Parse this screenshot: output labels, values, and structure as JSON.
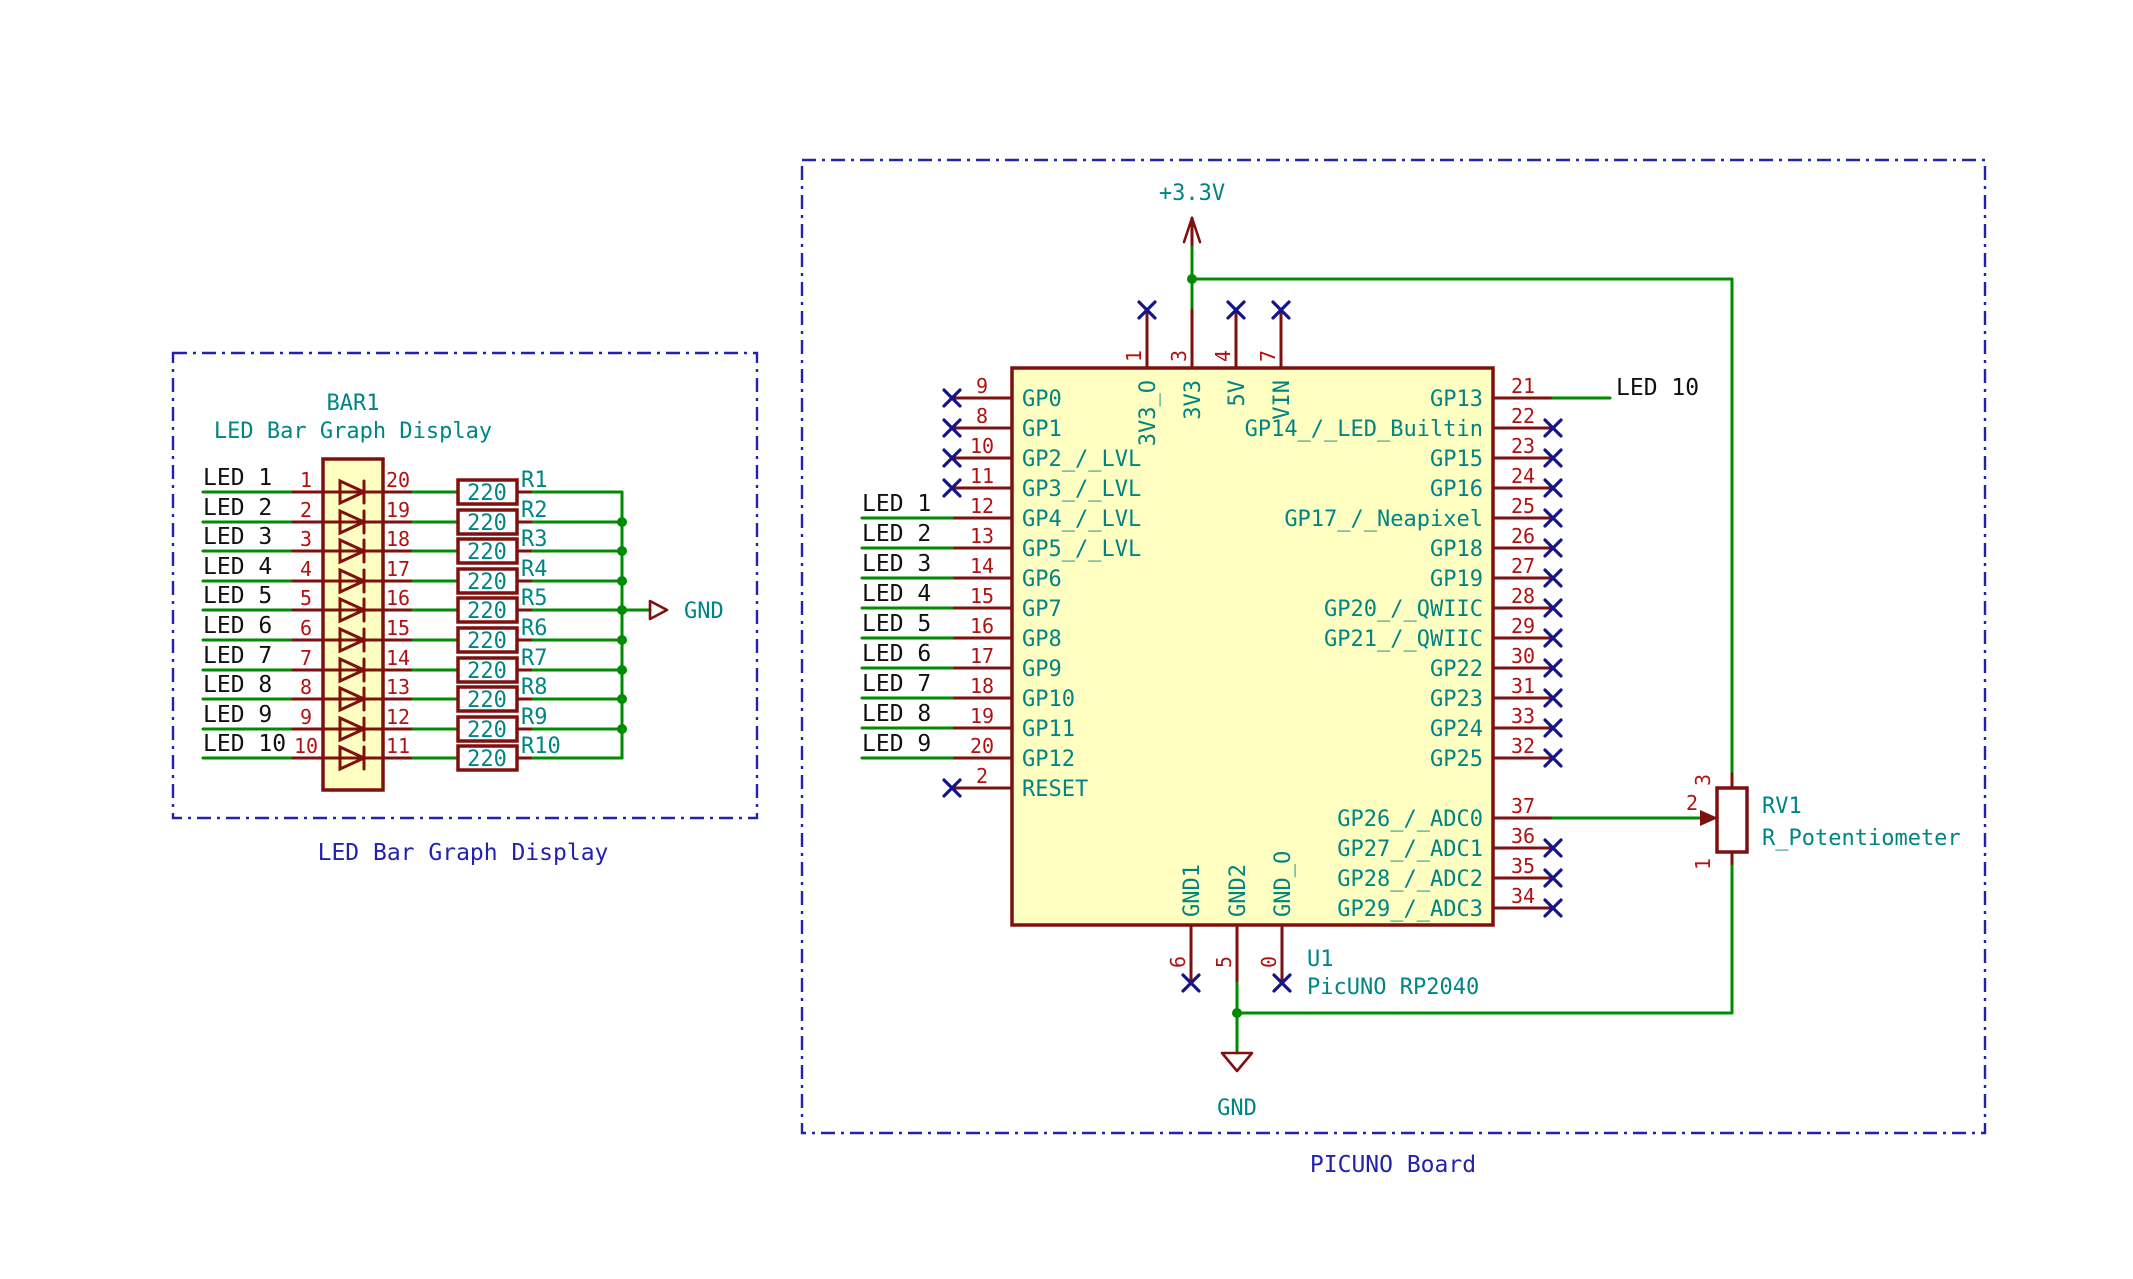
{
  "colors": {
    "wire_green": "#008C00",
    "component_outline": "#7F1010",
    "pin_number_red": "#B01212",
    "field_teal": "#008484",
    "net_label_black": "#101010",
    "boundary_blue": "#2222AE",
    "no_connect_blue": "#14148C",
    "body_fill_yellow": "#FFFFC2"
  },
  "left_block": {
    "title": "LED Bar Graph Display",
    "ref": "BAR1",
    "value": "LED Bar Graph Display",
    "gnd": "GND",
    "rows": [
      {
        "net": "LED 1",
        "pin_left": "1",
        "pin_right": "20",
        "res_ref": "R1",
        "res_value": "220"
      },
      {
        "net": "LED 2",
        "pin_left": "2",
        "pin_right": "19",
        "res_ref": "R2",
        "res_value": "220"
      },
      {
        "net": "LED 3",
        "pin_left": "3",
        "pin_right": "18",
        "res_ref": "R3",
        "res_value": "220"
      },
      {
        "net": "LED 4",
        "pin_left": "4",
        "pin_right": "17",
        "res_ref": "R4",
        "res_value": "220"
      },
      {
        "net": "LED 5",
        "pin_left": "5",
        "pin_right": "16",
        "res_ref": "R5",
        "res_value": "220"
      },
      {
        "net": "LED 6",
        "pin_left": "6",
        "pin_right": "15",
        "res_ref": "R6",
        "res_value": "220"
      },
      {
        "net": "LED 7",
        "pin_left": "7",
        "pin_right": "14",
        "res_ref": "R7",
        "res_value": "220"
      },
      {
        "net": "LED 8",
        "pin_left": "8",
        "pin_right": "13",
        "res_ref": "R8",
        "res_value": "220"
      },
      {
        "net": "LED 9",
        "pin_left": "9",
        "pin_right": "12",
        "res_ref": "R9",
        "res_value": "220"
      },
      {
        "net": "LED 10",
        "pin_left": "10",
        "pin_right": "11",
        "res_ref": "R10",
        "res_value": "220"
      }
    ]
  },
  "right_block": {
    "title": "PICUNO Board",
    "ref": "U1",
    "value": "PicUNO RP2040",
    "power_3v3": "+3.3V",
    "power_gnd": "GND",
    "top_pins": [
      {
        "num": "1",
        "name": "3V3_O"
      },
      {
        "num": "3",
        "name": "3V3"
      },
      {
        "num": "4",
        "name": "5V"
      },
      {
        "num": "7",
        "name": "VIN"
      }
    ],
    "left_pins": [
      {
        "num": "9",
        "name": "GP0"
      },
      {
        "num": "8",
        "name": "GP1"
      },
      {
        "num": "10",
        "name": "GP2_/_LVL"
      },
      {
        "num": "11",
        "name": "GP3_/_LVL"
      },
      {
        "num": "12",
        "name": "GP4_/_LVL",
        "net": "LED 1"
      },
      {
        "num": "13",
        "name": "GP5_/_LVL",
        "net": "LED 2"
      },
      {
        "num": "14",
        "name": "GP6",
        "net": "LED 3"
      },
      {
        "num": "15",
        "name": "GP7",
        "net": "LED 4"
      },
      {
        "num": "16",
        "name": "GP8",
        "net": "LED 5"
      },
      {
        "num": "17",
        "name": "GP9",
        "net": "LED 6"
      },
      {
        "num": "18",
        "name": "GP10",
        "net": "LED 7"
      },
      {
        "num": "19",
        "name": "GP11",
        "net": "LED 8"
      },
      {
        "num": "20",
        "name": "GP12",
        "net": "LED 9"
      },
      {
        "num": "2",
        "name": "RESET"
      }
    ],
    "right_pins": [
      {
        "num": "21",
        "name": "GP13",
        "net": "LED 10"
      },
      {
        "num": "22",
        "name": "GP14_/_LED_Builtin"
      },
      {
        "num": "23",
        "name": "GP15"
      },
      {
        "num": "24",
        "name": "GP16"
      },
      {
        "num": "25",
        "name": "GP17_/_Neapixel"
      },
      {
        "num": "26",
        "name": "GP18"
      },
      {
        "num": "27",
        "name": "GP19"
      },
      {
        "num": "28",
        "name": "GP20_/_QWIIC"
      },
      {
        "num": "29",
        "name": "GP21_/_QWIIC"
      },
      {
        "num": "30",
        "name": "GP22"
      },
      {
        "num": "31",
        "name": "GP23"
      },
      {
        "num": "33",
        "name": "GP24"
      },
      {
        "num": "32",
        "name": "GP25"
      },
      {
        "num": "37",
        "name": "GP26_/_ADC0"
      },
      {
        "num": "36",
        "name": "GP27_/_ADC1"
      },
      {
        "num": "35",
        "name": "GP28_/_ADC2"
      },
      {
        "num": "34",
        "name": "GP29_/_ADC3"
      }
    ],
    "bottom_pins": [
      {
        "num": "6",
        "name": "GND1"
      },
      {
        "num": "5",
        "name": "GND2"
      },
      {
        "num": "0",
        "name": "GND_O"
      }
    ],
    "potentiometer": {
      "ref": "RV1",
      "value": "R_Potentiometer",
      "pin_top": "3",
      "pin_wiper": "2",
      "pin_bottom": "1"
    }
  }
}
